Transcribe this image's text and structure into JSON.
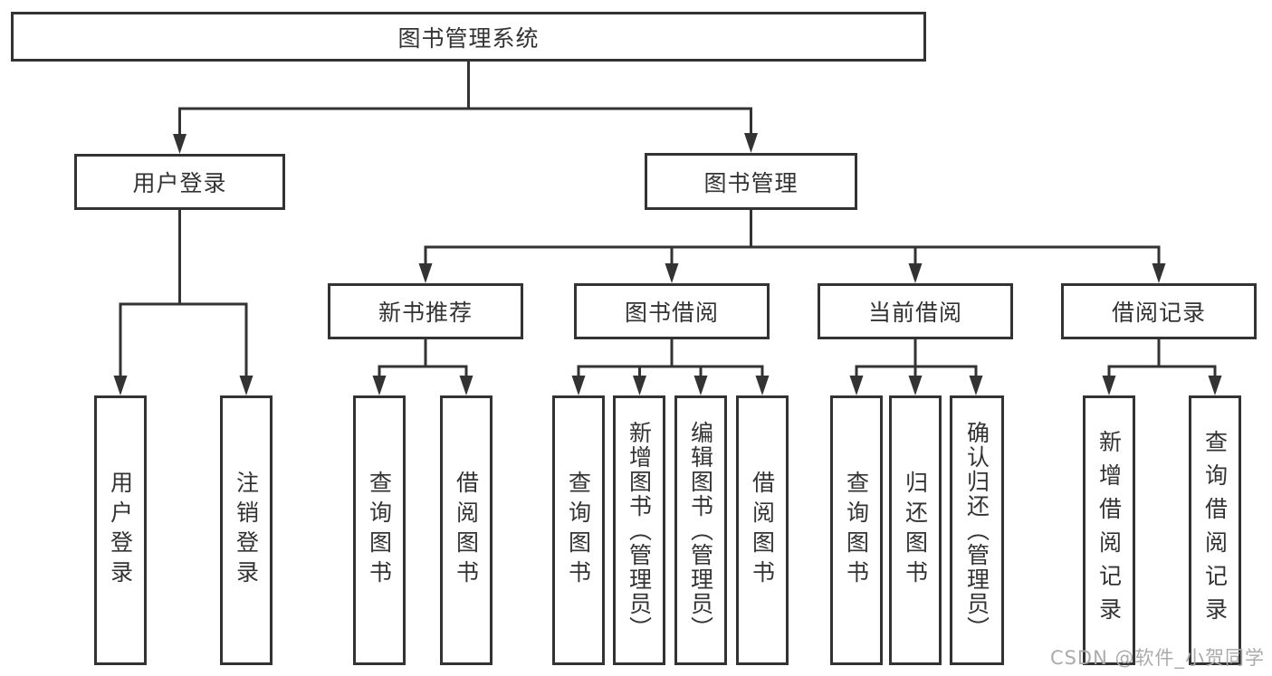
{
  "tree": {
    "root": "图书管理系统",
    "children": [
      {
        "label": "用户登录",
        "children": [
          {
            "label": "用户登录"
          },
          {
            "label": "注销登录"
          }
        ]
      },
      {
        "label": "图书管理",
        "children": [
          {
            "label": "新书推荐",
            "children": [
              {
                "label": "查询图书"
              },
              {
                "label": "借阅图书"
              }
            ]
          },
          {
            "label": "图书借阅",
            "children": [
              {
                "label": "查询图书"
              },
              {
                "label": "新增图书（管理员）"
              },
              {
                "label": "编辑图书（管理员）"
              },
              {
                "label": "借阅图书"
              }
            ]
          },
          {
            "label": "当前借阅",
            "children": [
              {
                "label": "查询图书"
              },
              {
                "label": "归还图书"
              },
              {
                "label": "确认归还（管理员）"
              }
            ]
          },
          {
            "label": "借阅记录",
            "children": [
              {
                "label": "新增借阅记录"
              },
              {
                "label": "查询借阅记录"
              }
            ]
          }
        ]
      }
    ]
  },
  "watermark": {
    "text": "CSDN @软件_小贺同学"
  },
  "colors": {
    "line": "#333333",
    "box_background": "#ffffff",
    "text": "#333333",
    "watermark": "#ababab"
  }
}
